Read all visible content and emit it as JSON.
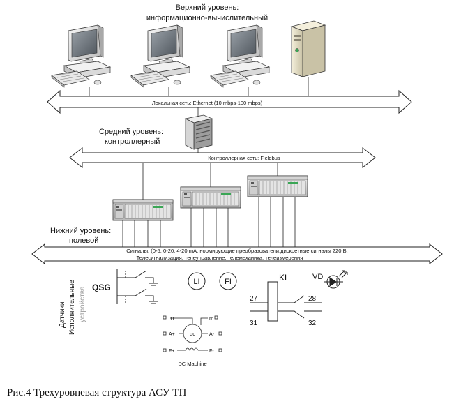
{
  "top_level": {
    "line1": "Верхний уровень:",
    "line2": "информационно-вычислительный"
  },
  "lan": {
    "label": "Локальная сеть:  Ethernet  (10 mbps-100 mbps)"
  },
  "mid_level": {
    "line1": "Средний уровень:",
    "line2": "контроллерный"
  },
  "fieldbus": {
    "label": "Контроллерная сеть: Fieldbus"
  },
  "low_level": {
    "line1": "Нижний уровень:",
    "line2": "полевой"
  },
  "signals": {
    "line1": "Сигналы: (0-5, 0-20, 4-20 mA; нормирующие преобразователи;дискретные сигналы 220 В;",
    "line2": "Телесигнализация, телеуправление, телемеханика, телеизмерения"
  },
  "side_labels": {
    "sensors": "Датчики",
    "actuators": "Исполнительные",
    "devices": "устройства"
  },
  "devices": {
    "qsg": "QSG",
    "li": "LI",
    "fi": "FI",
    "kl": "KL",
    "vd": "VD",
    "pin27": "27",
    "pin28": "28",
    "pin31": "31",
    "pin32": "32"
  },
  "dc_machine": {
    "tl": "TL",
    "m": "m",
    "dc": "dc",
    "a_plus": "A+",
    "a_minus": "A-",
    "f_plus": "F+",
    "f_minus": "F-",
    "caption": "DC Machine"
  },
  "figure_caption": "Рис.4 Трехуровневая структура АСУ ТП",
  "colors": {
    "line": "#222222",
    "screen": "#6f7780",
    "case": "#e6e6e6",
    "server": "#ece6cf",
    "led_green": "#3aa655",
    "faded_text": "#9a9a9a"
  }
}
